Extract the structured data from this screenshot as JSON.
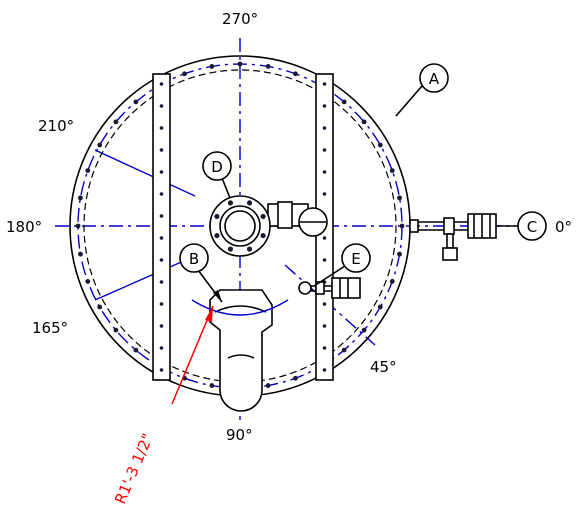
{
  "angles": {
    "a270": "270°",
    "a210": "210°",
    "a180": "180°",
    "a0": "0°",
    "a165": "165°",
    "a45": "45°",
    "a90": "90°"
  },
  "callouts": {
    "a": "A",
    "b": "B",
    "c": "C",
    "d": "D",
    "e": "E"
  },
  "dimension": {
    "radius": "R1'-3 1/2\""
  },
  "colors": {
    "centerline": "#0000cc",
    "dimension": "#ff0000",
    "outline": "#000000"
  }
}
